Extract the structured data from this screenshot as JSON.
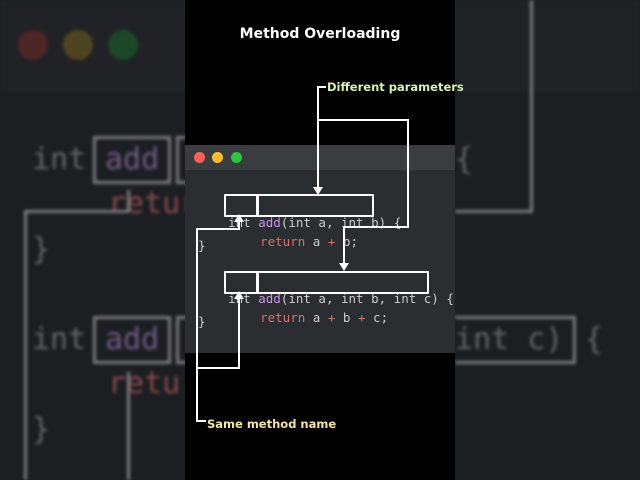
{
  "title": "Method Overloading",
  "annotations": {
    "params_label": "Different parameters",
    "name_label": "Same method name"
  },
  "colors": {
    "params_label": "#d6f5a6",
    "name_label": "#f5e3a0",
    "keyword": "#e06c6c",
    "method": "#c792ea",
    "dot_red": "#ff5f57",
    "dot_yellow": "#febc2e",
    "dot_green": "#28c840"
  },
  "code": {
    "m1_type": "int",
    "m1_name": "add",
    "m1_params": "(int a, int b)",
    "m1_open": "{",
    "m1_return_kw": "return",
    "m1_return_expr_a": "a",
    "m1_plus": "+",
    "m1_return_expr_b": "b;",
    "m1_close": "}",
    "m2_type": "int",
    "m2_name": "add",
    "m2_params": "(int a, int b, int c)",
    "m2_open": "{",
    "m2_return_kw": "return",
    "m2_return_a": "a",
    "m2_plus1": "+",
    "m2_return_b": "b",
    "m2_plus2": "+",
    "m2_return_c": "c;",
    "m2_close": "}"
  },
  "background": {
    "line1_type": "int",
    "line1_name": "add",
    "line1_brace": "{",
    "line2_kw": "retur",
    "line3_brace": "}",
    "line4_type": "int",
    "line4_name": "add",
    "line4_params": "int c)",
    "line4_brace": "{",
    "line5_kw": "retu",
    "line6_brace": "}"
  }
}
